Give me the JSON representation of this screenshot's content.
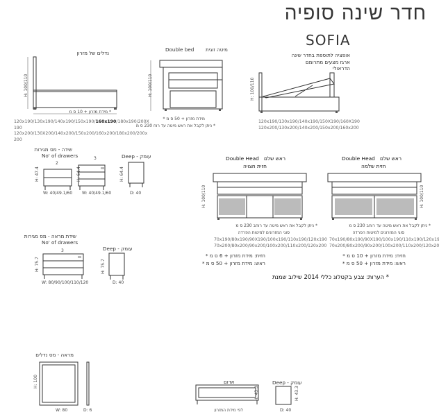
{
  "header": {
    "title": "חדר שינה סופיה",
    "brand": "SOFIA"
  },
  "beds": {
    "bed1": {
      "caption": "נדלים של מזרון",
      "height": "H: 100/110",
      "width": "* מידת מזרון + 10 ס מ",
      "sizes_line1": "120x190/130x190/140x190/150x190/160x190/180x190/200X",
      "sizes_line1_bold": "160x190",
      "sizes_line2": "190",
      "sizes_line3": "120x200/130X200/140x200/150x200/160x200/180x200/200x",
      "sizes_line4": "200"
    },
    "bed2": {
      "caption_en": "Double bed",
      "caption_he": "מיטה זוגית",
      "height": "H: 100/110",
      "width": "מידת מזרון + 50 ס מ *",
      "note": "* ניתן לקבל את ראש מיטה עד רוח 230 ס מ"
    },
    "bed3": {
      "caption_l1": "אופציה לתוספת בחדר שינה",
      "caption_l2": "ארגז מצעים מתרומם",
      "caption_l3": "הדראולי",
      "height": "H: 100/110",
      "sizes_line1": "120x190/130x190/140x190/150X190/160X190",
      "sizes_line2": "120x200/130x200/140x200/150x200/160x200"
    }
  },
  "drawers": {
    "night3": {
      "caption_he": "שידה - מס מגירות",
      "caption_en": "No' of drawers",
      "count_a": "2",
      "count_b": "3",
      "height_a": "H: 47.4",
      "height_b": "H: 64.4",
      "width_a": "W: 40/49.1/60",
      "width_b": "W: 40/49.1/60",
      "deep_label": "Deep - עומק",
      "deep_height": "H: 64.4",
      "deep_value": "D: 40"
    },
    "dresser": {
      "caption_he": "שידת מראה - מס מגירות",
      "caption_en": "No' of drawers",
      "count": "3",
      "height": "H: 75.7",
      "width": "W: 80/90/100/110/120",
      "deep_label": "Deep - עומק",
      "deep_height": "H: 75.7",
      "deep_value": "D: 40"
    }
  },
  "heads": {
    "half": {
      "en": "Double Head",
      "he1": "ראש שלם",
      "he2": "חזית חצויה",
      "height": "H: 100/110",
      "note_l1": "* ניתן לקבל את ראש מיטה עד רוחב 230 ס מ",
      "note_l2": "סוגי המזרונים למיטות הפרדה",
      "sizes_line1": "70x190/80x190/90X190/100x190/110x190/120x190",
      "sizes_line2": "70x200/80x200/90x200/100x200/110x200/120x200",
      "front_note": "חזית: מידת מזרון + 6 ס מ *",
      "head_note": "ראש: מידת מזרון + 50 ס מ *"
    },
    "full": {
      "en": "Double Head",
      "he1": "ראש שלם",
      "he2": "חזית שלמה",
      "height": "H: 100/110",
      "note_l1": "* ניתן לקבל את ראש מיטה עד רוחב 230 ס מ",
      "note_l2": "סוגי המזרונים למיטות הפרדה",
      "sizes_line1": "70x190/80x190/90X190/100x190/110x190/120x190",
      "sizes_line2": "70x200/80x200/90x200/100x200/110x200/120x200",
      "front_note": "חזית: מידת מזרון + 10 ס מ *",
      "head_note": "ראש: מידת מזרון + 50 ס מ *"
    }
  },
  "notes": {
    "main": "* הערות: צבע בקטלוג כללי 2014 שילוב שמנת"
  },
  "mirror": {
    "caption": "מראה - מס נדלים",
    "height": "H: 100",
    "width": "W: 80",
    "depth": "D: 6"
  },
  "bench": {
    "caption": "אדום",
    "height": "H: 43.3",
    "width": "לפי מידת המזרון"
  },
  "stool": {
    "deep_label": "Deep - עומק",
    "height": "H: 43.3",
    "depth": "D: 40"
  }
}
